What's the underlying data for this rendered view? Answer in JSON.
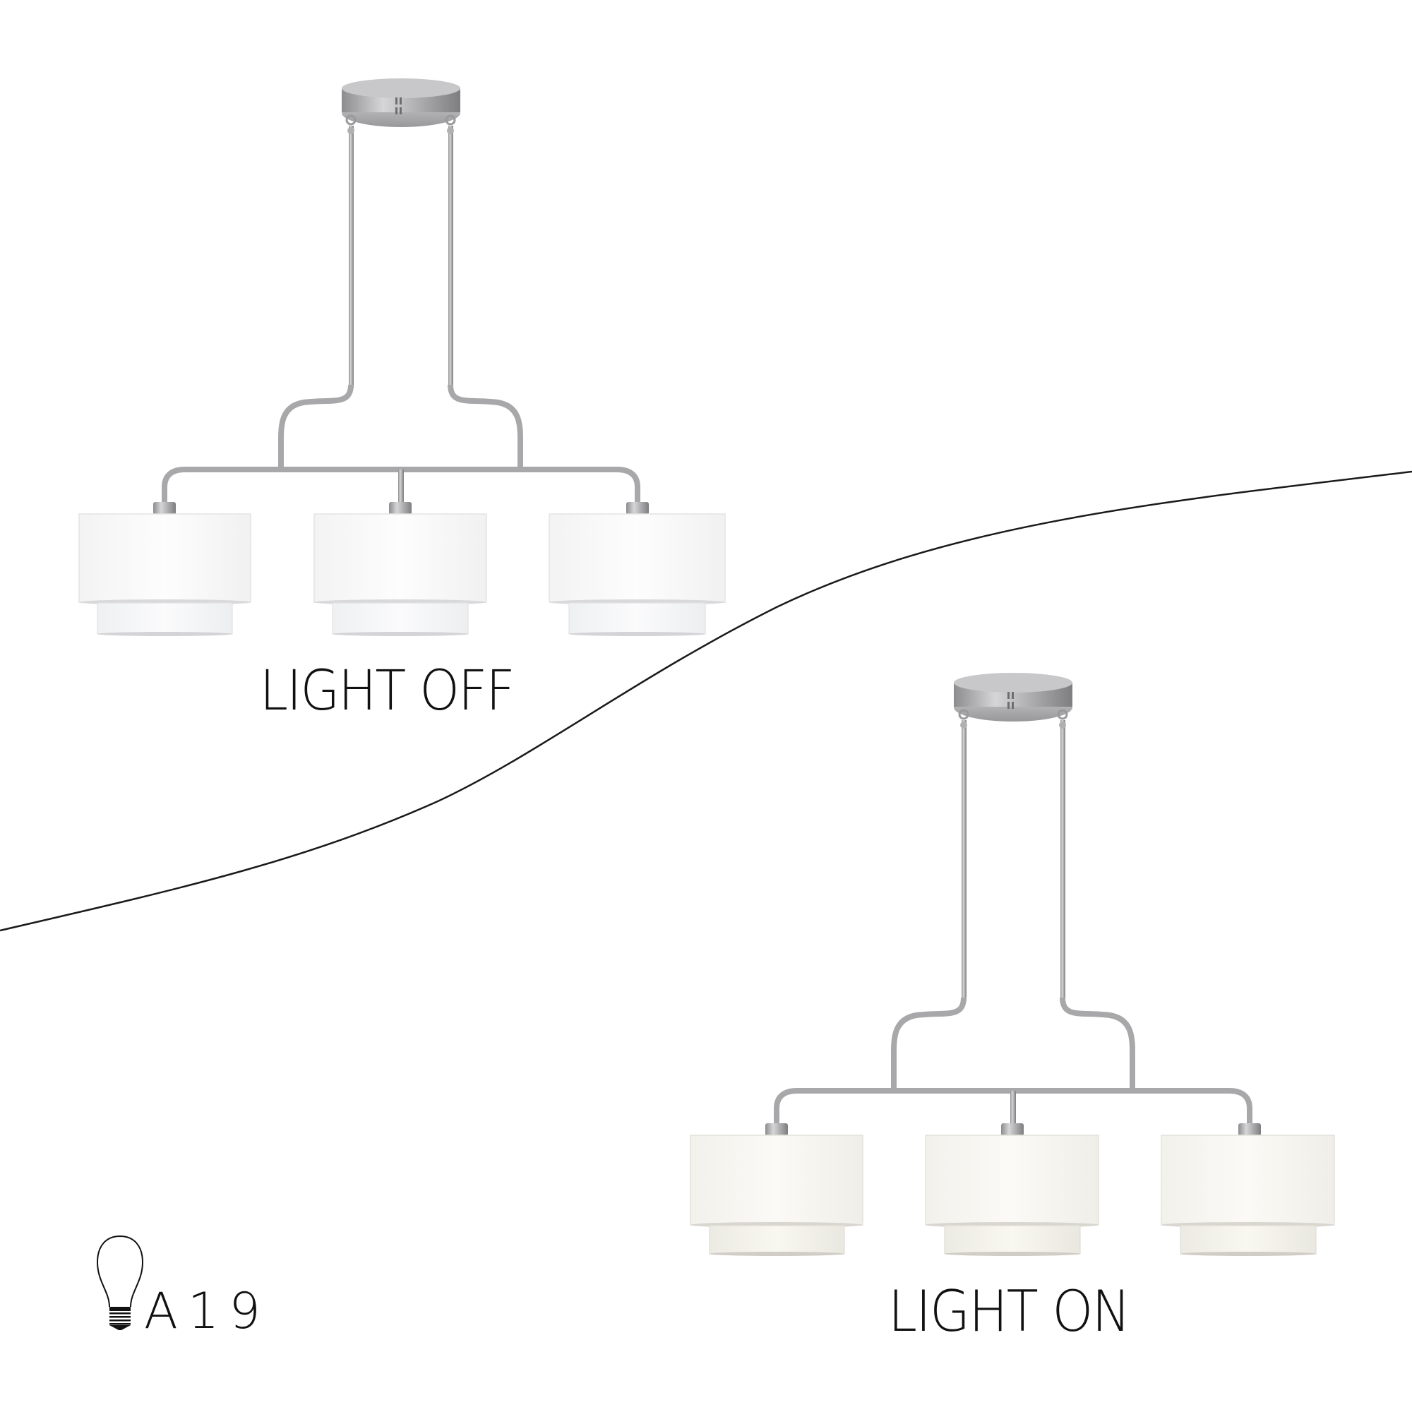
{
  "labels": {
    "light_off": "LIGHT OFF",
    "light_on": "LIGHT ON"
  },
  "bulb": {
    "icon": "light-bulb-icon",
    "type": "A19"
  },
  "fixtures": [
    {
      "state": "off",
      "shade_count": 3,
      "shade_color": "#fbfbfb",
      "finish_color": "#a9a9ab"
    },
    {
      "state": "on",
      "shade_count": 3,
      "shade_color": "#f7f5ef",
      "finish_color": "#a9a9ab"
    }
  ],
  "divider": {
    "color": "#1a1a1a"
  }
}
